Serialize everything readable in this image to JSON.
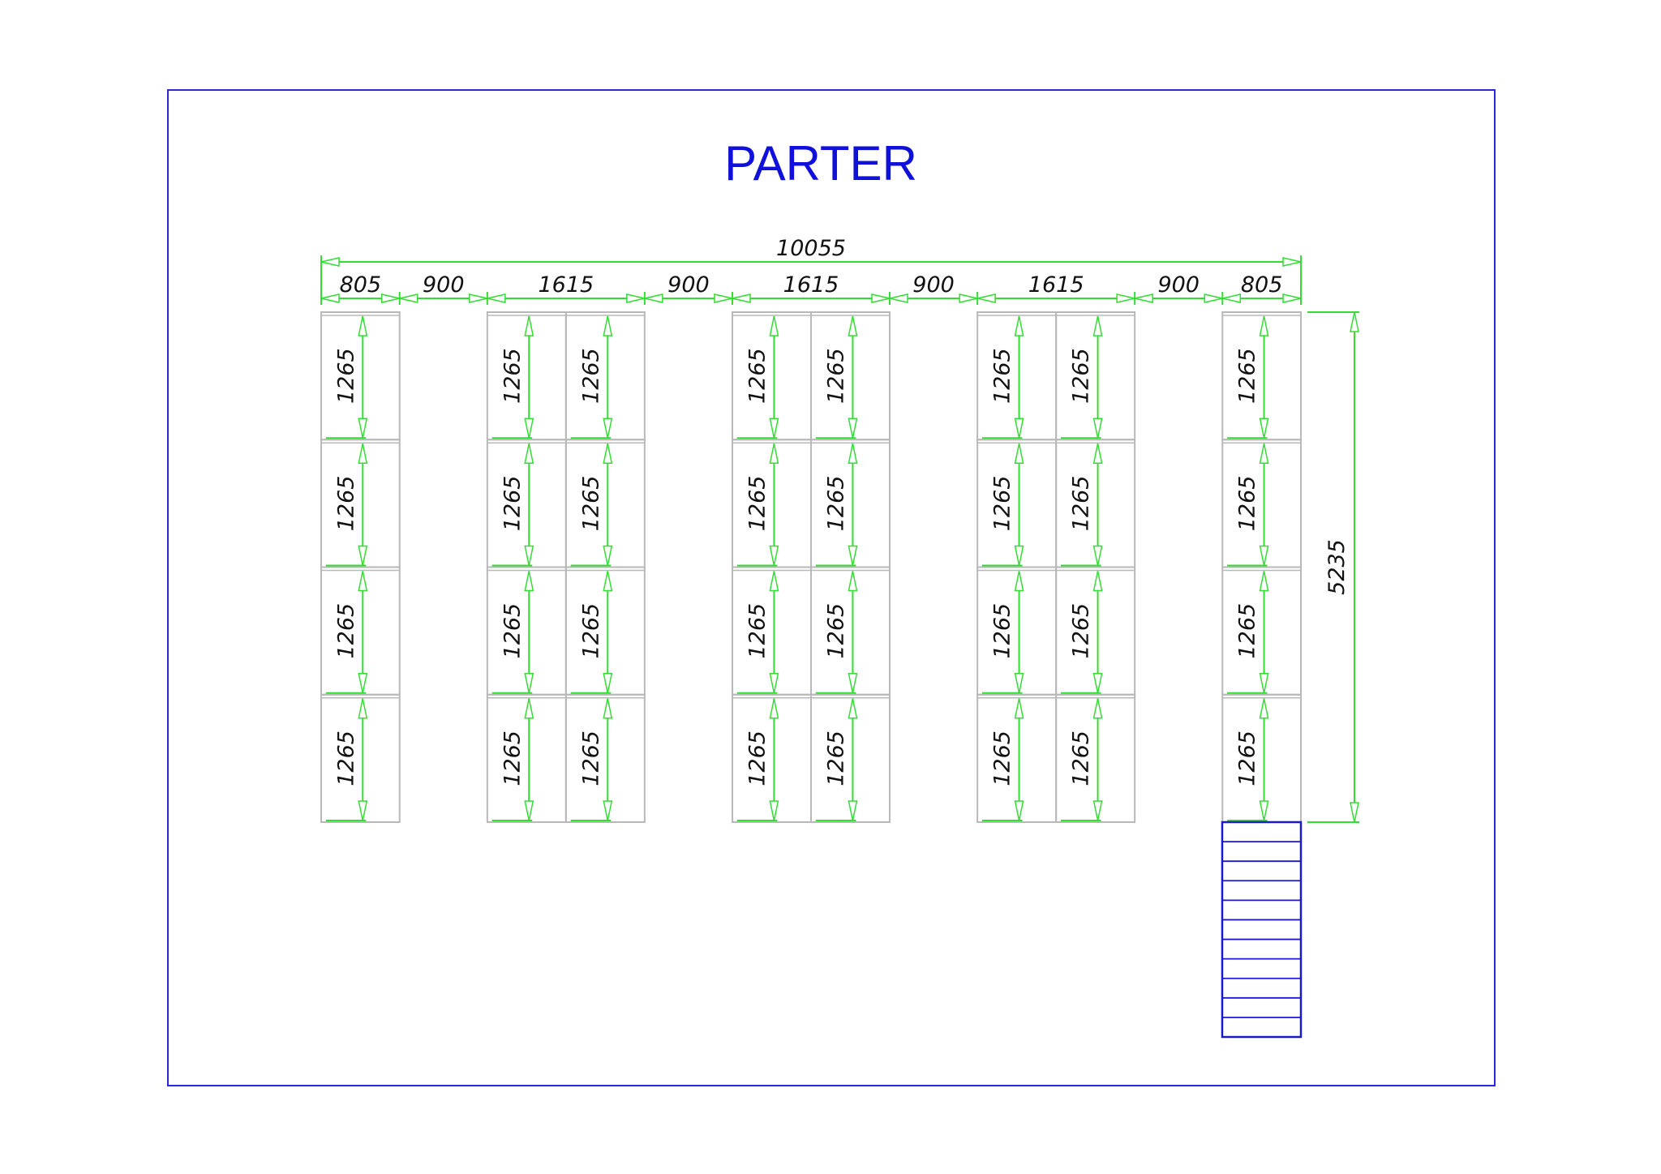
{
  "title": "PARTER",
  "units": "mm",
  "total_width": {
    "label": "10055",
    "value": 10055
  },
  "total_height": {
    "label": "5235",
    "value": 5235
  },
  "segments": [
    {
      "type": "rack",
      "value": 805,
      "label": "805",
      "cells": 1
    },
    {
      "type": "gap",
      "value": 900,
      "label": "900"
    },
    {
      "type": "rack",
      "value": 1615,
      "label": "1615",
      "cells": 2
    },
    {
      "type": "gap",
      "value": 900,
      "label": "900"
    },
    {
      "type": "rack",
      "value": 1615,
      "label": "1615",
      "cells": 2
    },
    {
      "type": "gap",
      "value": 900,
      "label": "900"
    },
    {
      "type": "rack",
      "value": 1615,
      "label": "1615",
      "cells": 2
    },
    {
      "type": "gap",
      "value": 900,
      "label": "900"
    },
    {
      "type": "rack",
      "value": 805,
      "label": "805",
      "cells": 1
    }
  ],
  "rows": 4,
  "row_height": {
    "label": "1265",
    "value": 1265
  },
  "stairs": {
    "steps": 11
  },
  "colors": {
    "frame": "#2a2ad0",
    "dimension": "#33dd33",
    "rack": "#b8b8b8",
    "stairs": "#1a1acc",
    "title": "#1010dd"
  }
}
